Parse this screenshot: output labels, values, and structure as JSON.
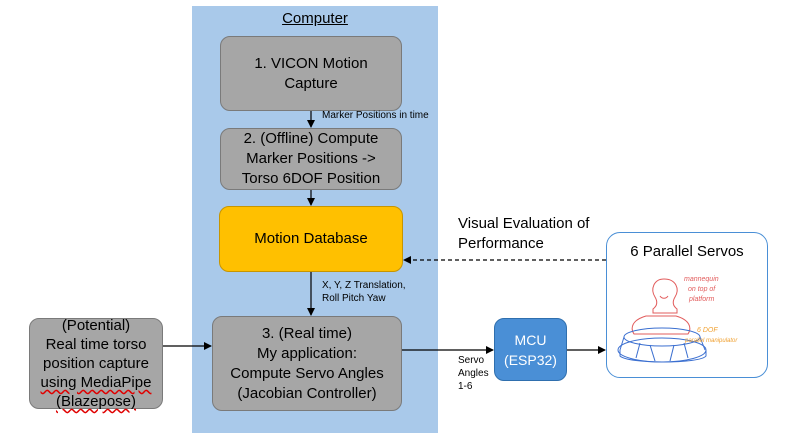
{
  "computer": {
    "title": "Computer"
  },
  "boxes": {
    "vicon": {
      "lines": [
        "1. VICON Motion",
        "Capture"
      ]
    },
    "offline": {
      "lines": [
        "2. (Offline) Compute",
        "Marker Positions ->",
        "Torso 6DOF Position"
      ]
    },
    "database": {
      "text": "Motion Database"
    },
    "realtime": {
      "lines": [
        "3. (Real time)",
        "My application:",
        "Compute Servo Angles",
        "(Jacobian Controller)"
      ]
    },
    "potential": {
      "lines": [
        "(Potential)",
        "Real time torso",
        "position capture",
        "using MediaPipe",
        "(Blazepose)"
      ]
    },
    "mcu": {
      "lines": [
        "MCU",
        "(ESP32)"
      ]
    }
  },
  "servos": {
    "title": "6 Parallel Servos"
  },
  "sketch_notes": {
    "lines": [
      "mannequin",
      "on top of",
      "platform",
      "6 DOF",
      "parallel manipulator"
    ]
  },
  "labels": {
    "marker_positions": "Marker Positions in time",
    "xyz": [
      "X, Y, Z Translation,",
      "Roll Pitch Yaw"
    ],
    "servo_angles": [
      "Servo",
      "Angles",
      "1-6"
    ],
    "visual_eval": [
      "Visual Evaluation of",
      "Performance"
    ]
  },
  "colors": {
    "panel": "#a9c9ea",
    "gray_box": "#a6a6a6",
    "database": "#ffc000",
    "mcu": "#4a8fd6",
    "sketch_red": "#e25c5c",
    "sketch_orange": "#f0a030",
    "sketch_blue": "#3b6fd0"
  }
}
